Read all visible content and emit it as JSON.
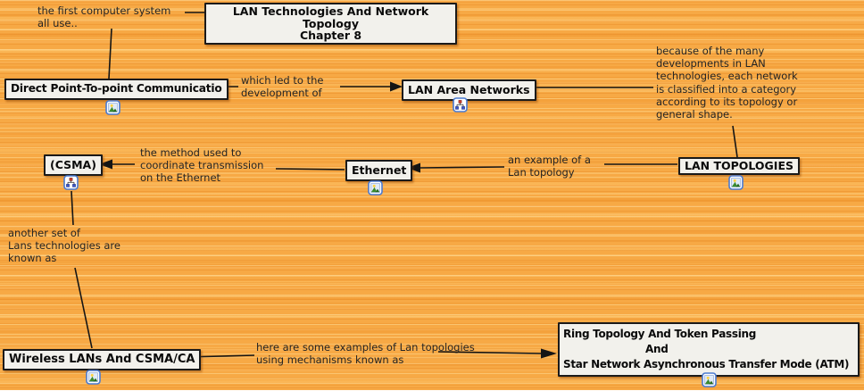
{
  "app": {
    "name_hint": "concept map canvas",
    "colors": {
      "background_orange": "#f7a945",
      "background_stripe_dark": "#e98a1e",
      "background_stripe_light": "#ffd484",
      "node_background": "#f2f1ec",
      "node_border": "#1a1a1a",
      "connector_line": "#151515",
      "icon_border_blue": "#4a7ad0",
      "phrase_text": "#242424"
    }
  },
  "nodes": {
    "title": {
      "label": "LAN Technologies And Network Topology\nChapter 8",
      "icon": null
    },
    "direct": {
      "label": "Direct Point-To-point Communicatio",
      "icon": "image-icon"
    },
    "lan_area": {
      "label": "LAN Area Networks",
      "icon": "sitemap-icon"
    },
    "topologies": {
      "label": "LAN TOPOLOGIES",
      "icon": "image-icon"
    },
    "ethernet": {
      "label": "Ethernet",
      "icon": "image-icon"
    },
    "csma": {
      "label": "(CSMA)",
      "icon": "sitemap-icon"
    },
    "wireless": {
      "label": "Wireless LANs And CSMA/CA",
      "icon": "image-icon"
    },
    "ring": {
      "lines": [
        "Ring Topology And Token Passing",
        "And",
        "Star Network Asynchronous Transfer Mode (ATM)"
      ],
      "icon": "image-icon"
    }
  },
  "phrases": {
    "first_use": {
      "text": "the first computer system\nall use.."
    },
    "led_to": {
      "text": "which led to the\ndevelopment of"
    },
    "because": {
      "text": "because of the many\ndevelopments in LAN\ntechnologies, each network\nis classified into a category\naccording to its topology or\ngeneral shape."
    },
    "example": {
      "text": "an example of a\nLan topology"
    },
    "method": {
      "text": "the method used to\ncoordinate transmission\non the Ethernet"
    },
    "another": {
      "text": "another set of\nLans technologies are\nknown as"
    },
    "examples": {
      "text": "here are some examples of Lan topologies\nusing mechanisms known as"
    }
  }
}
